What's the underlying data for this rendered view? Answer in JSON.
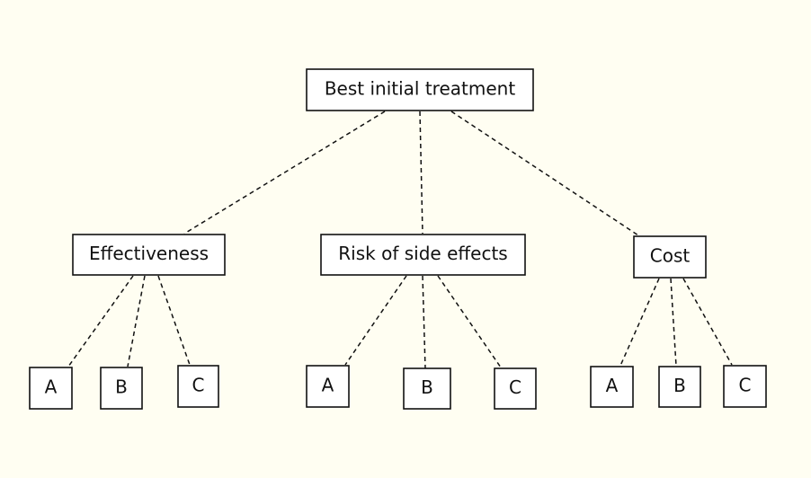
{
  "diagram": {
    "root": {
      "label": "Best initial treatment"
    },
    "criteria": [
      {
        "label": "Effectiveness",
        "options": [
          {
            "label": "A"
          },
          {
            "label": "B"
          },
          {
            "label": "C"
          }
        ]
      },
      {
        "label": "Risk of side effects",
        "options": [
          {
            "label": "A"
          },
          {
            "label": "B"
          },
          {
            "label": "C"
          }
        ]
      },
      {
        "label": "Cost",
        "options": [
          {
            "label": "A"
          },
          {
            "label": "B"
          },
          {
            "label": "C"
          }
        ]
      }
    ]
  }
}
